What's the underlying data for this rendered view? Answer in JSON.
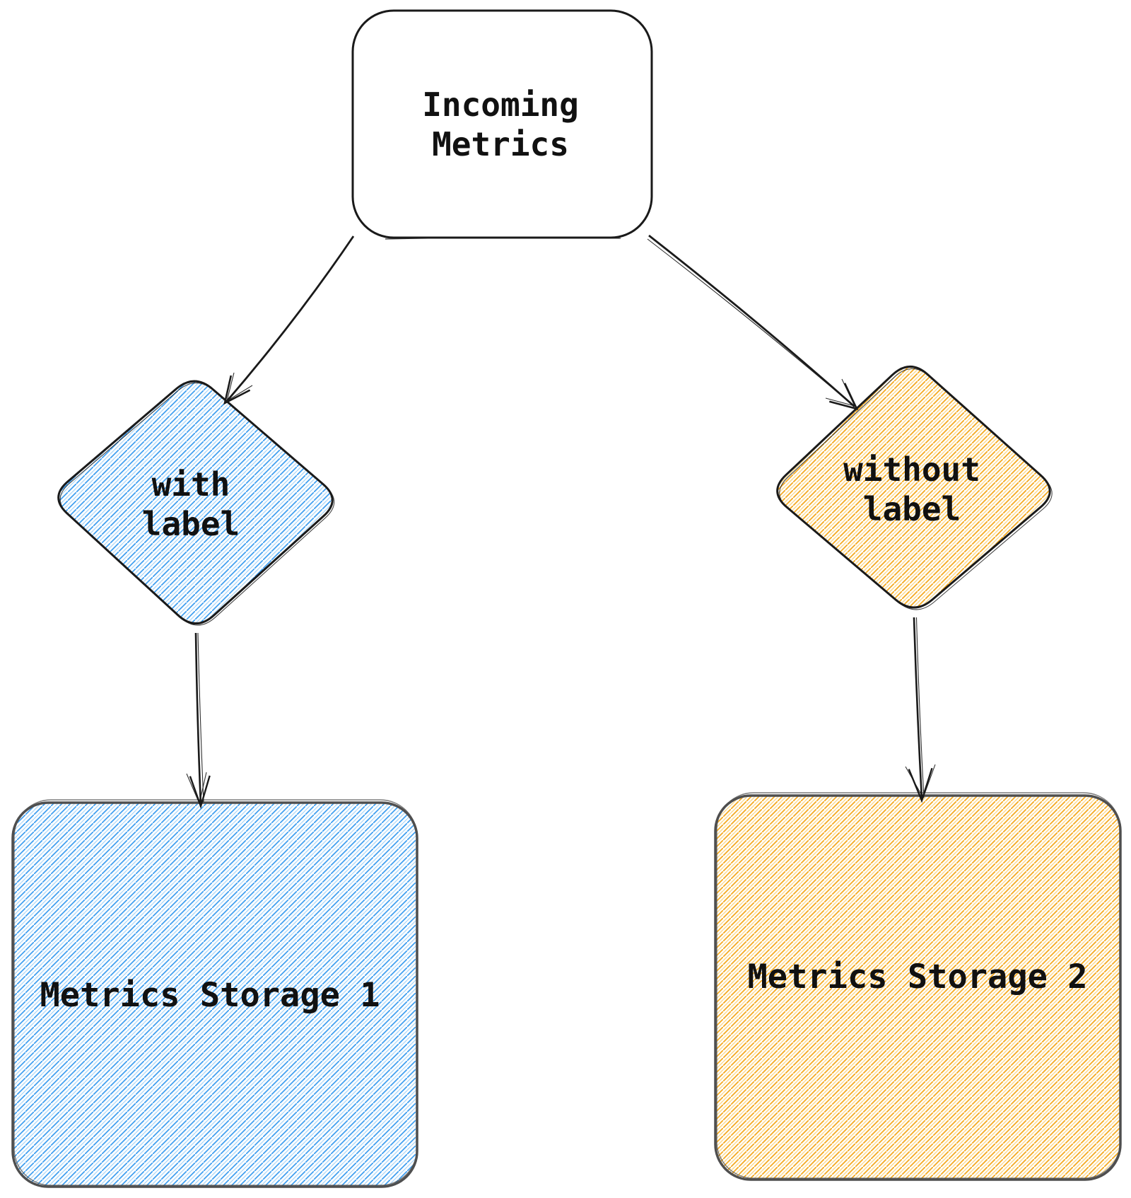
{
  "diagram": {
    "title_node": {
      "line1": "Incoming",
      "line2": "Metrics"
    },
    "decision_nodes": {
      "with_label": {
        "line1": "with",
        "line2": "label"
      },
      "without_label": {
        "line1": "without",
        "line2": "label"
      }
    },
    "storage_nodes": {
      "storage1": {
        "label": "Metrics Storage 1"
      },
      "storage2": {
        "label": "Metrics Storage 2"
      }
    },
    "colors": {
      "blue_hatch": "#3E9EF0",
      "blue_hatch_light": "#A5D3F7",
      "yellow_hatch": "#F5A91F",
      "yellow_hatch_light": "#FBD88C",
      "outline_black": "#1A1A1A",
      "outline_gray": "#4F4F4F",
      "text": "#111111"
    }
  }
}
